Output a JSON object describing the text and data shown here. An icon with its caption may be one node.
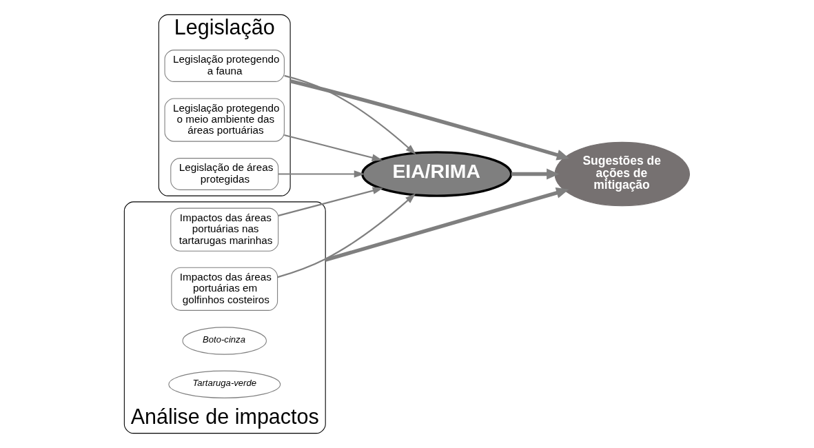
{
  "diagram": {
    "nodes": [
      {
        "text": [
          "Legislação"
        ]
      },
      {
        "text": [
          "Legislação protegendo a fauna"
        ],
        "in": 0
      },
      {
        "text": [
          "Legislação protegendo o meio ambiente das áreas portuárias"
        ],
        "in": 0
      },
      {
        "text": [
          "Legislação de áreas protegidas"
        ],
        "in": 0
      },
      {
        "text": [
          "EIA/RIMA"
        ]
      },
      {
        "text": [
          "Sugestões de ações de mitigação"
        ]
      },
      {
        "text": [
          "Análise de impactos"
        ]
      },
      {
        "text": [
          "Impactos das áreas portuárias em golfinhos costeiros"
        ],
        "in": 6
      },
      {
        "text": [
          "Impactos das áreas portuárias nas tartarugas marinhas"
        ],
        "in": 6
      },
      {
        "text": [
          "Boto-cinza"
        ],
        "in": 6
      },
      {
        "text": [
          "Tartaruga-verde"
        ],
        "in": 6
      }
    ],
    "edges": [
      {
        "from": 1,
        "to": 4,
        "arrow": "to"
      },
      {
        "from": 2,
        "to": 4,
        "arrow": "to"
      },
      {
        "from": 3,
        "to": 4,
        "arrow": "to"
      },
      {
        "from": 7,
        "to": 4,
        "arrow": "to"
      },
      {
        "from": 8,
        "to": 4,
        "arrow": "to"
      },
      {
        "from": 0,
        "to": 5,
        "arrow": "to",
        "style": "thick"
      },
      {
        "from": 4,
        "to": 5,
        "arrow": "to",
        "style": "thick"
      },
      {
        "from": 6,
        "to": 5,
        "arrow": "to",
        "style": "thick"
      }
    ]
  }
}
